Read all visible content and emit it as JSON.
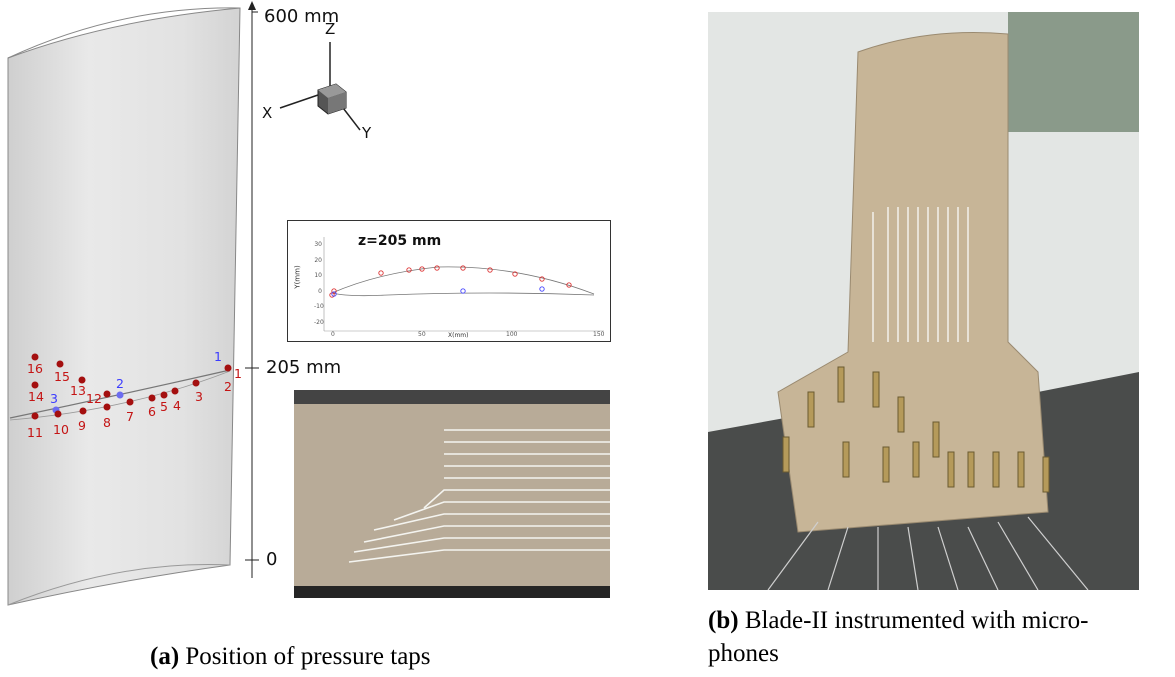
{
  "panel_a": {
    "height_labels": {
      "top": "600 mm",
      "mid": "205 mm",
      "bottom": "0"
    },
    "axes": {
      "x": "X",
      "y": "Y",
      "z": "Z"
    },
    "taps": [
      {
        "id": "1",
        "color": "blue"
      },
      {
        "id": "1",
        "color": "red"
      },
      {
        "id": "2",
        "color": "red"
      },
      {
        "id": "2",
        "color": "blue"
      },
      {
        "id": "3",
        "color": "blue"
      },
      {
        "id": "3",
        "color": "red"
      },
      {
        "id": "4",
        "color": "red"
      },
      {
        "id": "5",
        "color": "red"
      },
      {
        "id": "6",
        "color": "red"
      },
      {
        "id": "7",
        "color": "red"
      },
      {
        "id": "8",
        "color": "red"
      },
      {
        "id": "9",
        "color": "red"
      },
      {
        "id": "10",
        "color": "red"
      },
      {
        "id": "11",
        "color": "red"
      },
      {
        "id": "12",
        "color": "red"
      },
      {
        "id": "13",
        "color": "red"
      },
      {
        "id": "14",
        "color": "red"
      },
      {
        "id": "15",
        "color": "red"
      },
      {
        "id": "16",
        "color": "red"
      }
    ],
    "inset_plot": {
      "title": "z=205 mm",
      "xlabel": "X(mm)",
      "ylabel": "Y(mm)",
      "xticks": [
        "0",
        "50",
        "100",
        "150"
      ],
      "yticks": [
        "30",
        "20",
        "10",
        "0",
        "-10",
        "-20"
      ]
    },
    "caption_bold": "(a)",
    "caption_text": " Position of pressure taps"
  },
  "panel_b": {
    "caption_bold": "(b)",
    "caption_text_line1": " Blade-II instrumented with micro-",
    "caption_text_line2": "phones"
  },
  "colors": {
    "tap_red": "#a40f0f",
    "tap_blue": "#6c6cf0",
    "blade_gray": "#dcdcdc"
  }
}
